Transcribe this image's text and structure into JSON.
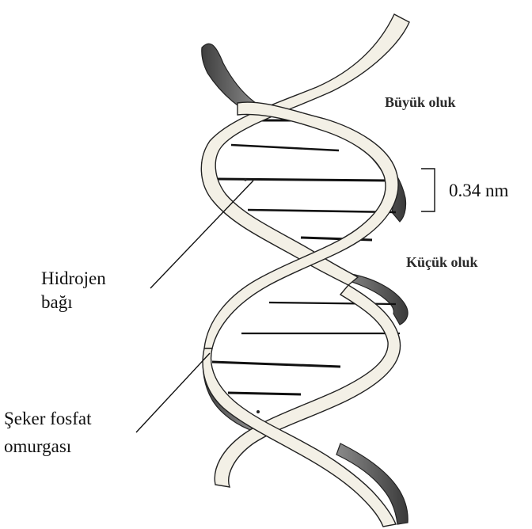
{
  "labels": {
    "major_groove": "Büyük oluk",
    "minor_groove": "Küçük oluk",
    "spacing": "0.34 nm",
    "hydrogen_bond_line1": "Hidrojen",
    "hydrogen_bond_line2": "bağı",
    "backbone_line1": "Şeker fosfat",
    "backbone_line2": "omurgası"
  },
  "colors": {
    "ribbon_fill": "#f3f0e6",
    "ribbon_shadow": "#6e6e6e",
    "outline": "#222222",
    "base_pair": "#111111"
  }
}
